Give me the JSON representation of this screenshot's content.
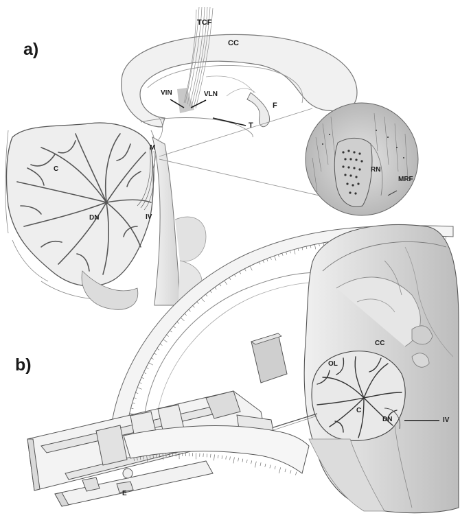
{
  "figure": {
    "panels": {
      "a": "a)",
      "b": "b)"
    },
    "labels_a": {
      "tcf": "TCF",
      "cc": "CC",
      "vin": "VIN",
      "vln": "VLN",
      "f": "F",
      "t": "T",
      "m": "M",
      "c": "C",
      "dn": "DN",
      "iv": "IV",
      "rn": "RN",
      "mrf": "MRF"
    },
    "labels_b": {
      "cc": "CC",
      "ol": "OL",
      "c": "C",
      "dn": "DN",
      "iv": "IV",
      "e": "E"
    },
    "colors": {
      "ink": "#1a1a1a",
      "pencil": "#6f6f6f",
      "light_pencil": "#a8a8a8",
      "shade": "#d0d0d0",
      "dark_shade": "#8a8a8a",
      "paper": "#ffffff"
    }
  }
}
